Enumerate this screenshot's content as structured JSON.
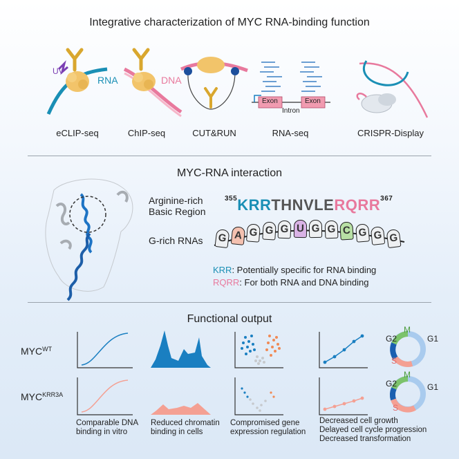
{
  "header": {
    "title": "Integrative characterization of MYC RNA-binding function"
  },
  "methods": {
    "uv_label": "UV",
    "rna_label": "RNA",
    "dna_label": "DNA",
    "exon1": "Exon",
    "exon2": "Exon",
    "intron": "Intron",
    "names": [
      "eCLIP-seq",
      "ChIP-seq",
      "CUT&RUN",
      "RNA-seq",
      "CRISPR-Display"
    ]
  },
  "interaction": {
    "title": "MYC-RNA interaction",
    "region_label_1": "Arginine-rich",
    "region_label_2": "Basic Region",
    "seq_start": "355",
    "seq_krr": "KRR",
    "seq_mid": "THNVLE",
    "seq_rqrr": "RQRR",
    "seq_end": "367",
    "grich_label": "G-rich RNAs",
    "rna_letters": [
      "G",
      "A",
      "G",
      "G",
      "G",
      "U",
      "G",
      "G",
      "C",
      "G",
      "G",
      "G"
    ],
    "note1_key": "KRR",
    "note1_text": ": Potentially specific for RNA binding",
    "note2_key": "RQRR",
    "note2_text": ": For both RNA and DNA binding"
  },
  "functional": {
    "title": "Functional output",
    "wt_label": "MYC",
    "wt_sup": "WT",
    "mut_label": "MYC",
    "mut_sup": "KRR3A",
    "cycle_labels": {
      "g1": "G1",
      "g2": "G2",
      "m": "M",
      "s": "S"
    },
    "captions": [
      [
        "Comparable DNA",
        "binding in vitro"
      ],
      [
        "Reduced chromatin",
        "binding in cells"
      ],
      [
        "Compromised gene",
        "expression regulation"
      ],
      [
        "Decreased cell growth",
        "Delayed cell cycle progression",
        "Decreased transformation"
      ]
    ]
  },
  "colors": {
    "blue": "#1a7fc1",
    "teal": "#1a8fb5",
    "pink": "#e8799d",
    "salmon": "#f4a093",
    "gold": "#f2c46a",
    "orange": "#f08a55",
    "green": "#7cc36b",
    "lightblue": "#a9cbee"
  }
}
